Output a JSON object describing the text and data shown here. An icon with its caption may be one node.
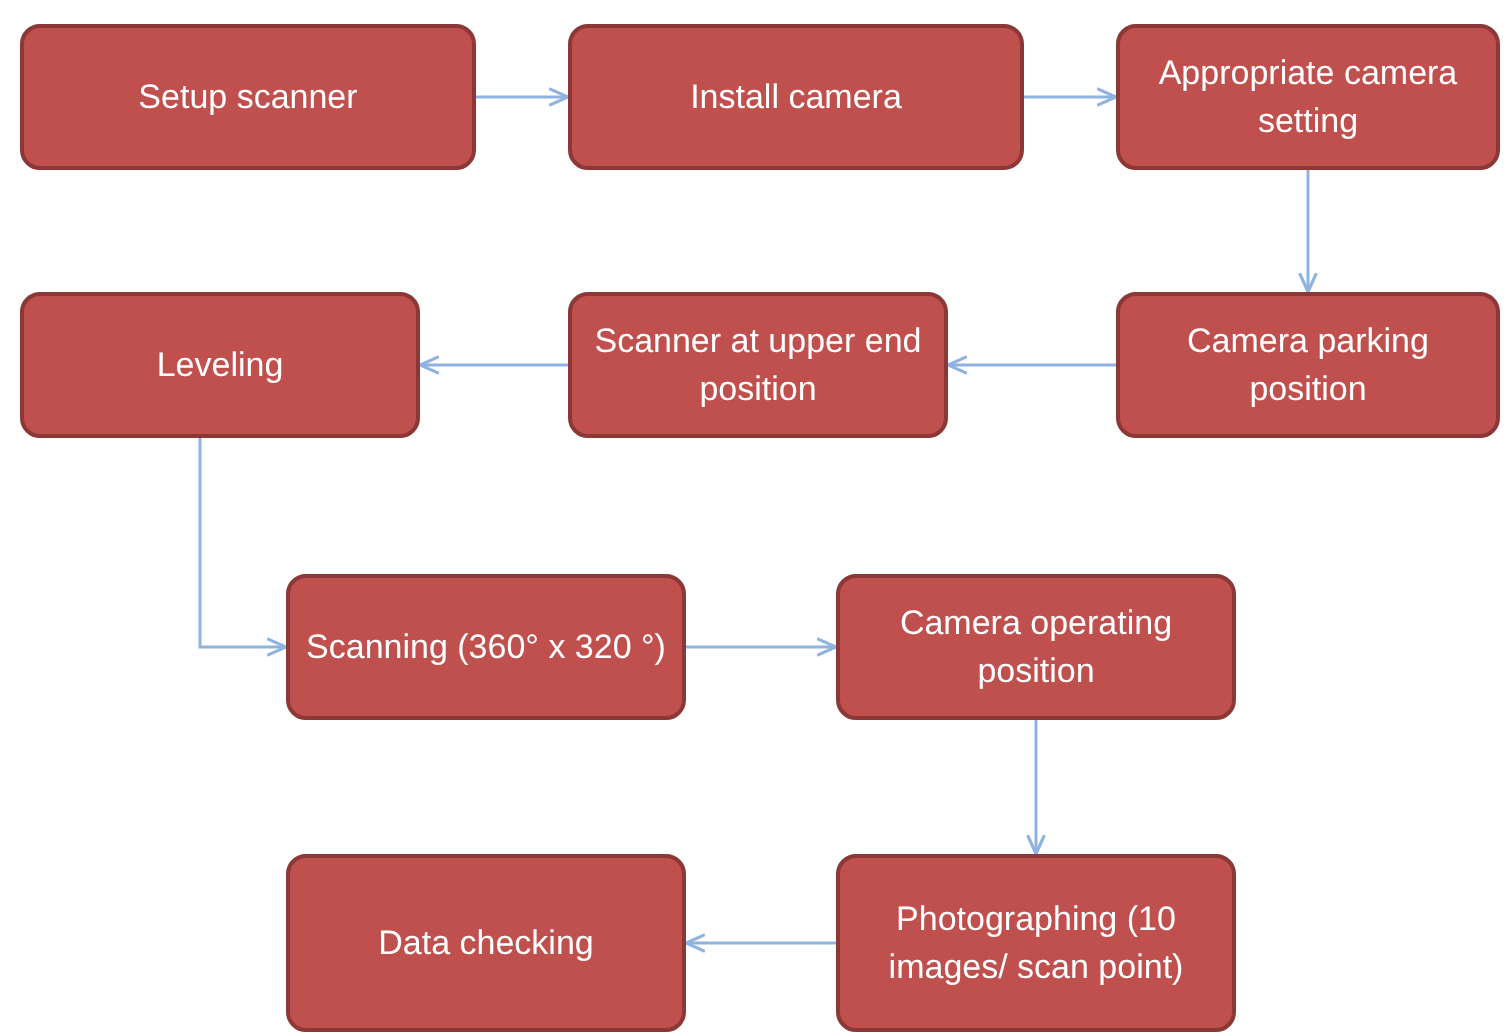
{
  "diagram": {
    "nodes": [
      {
        "text": [
          "Setup scanner"
        ]
      },
      {
        "text": [
          "Install camera"
        ]
      },
      {
        "text": [
          "Appropriate camera setting"
        ]
      },
      {
        "text": [
          "Camera parking position"
        ]
      },
      {
        "text": [
          "Scanner at upper end position"
        ]
      },
      {
        "text": [
          "Leveling"
        ]
      },
      {
        "text": [
          "Scanning (360° x 320 °)"
        ]
      },
      {
        "text": [
          "Camera operating position"
        ]
      },
      {
        "text": [
          "Photographing (10 images/ scan point)"
        ]
      },
      {
        "text": [
          "Data checking"
        ]
      }
    ],
    "edges": [
      {
        "from": 0,
        "to": 1,
        "arrow": "to"
      },
      {
        "from": 1,
        "to": 2,
        "arrow": "to"
      },
      {
        "from": 2,
        "to": 3,
        "arrow": "to"
      },
      {
        "from": 3,
        "to": 4,
        "arrow": "to"
      },
      {
        "from": 4,
        "to": 5,
        "arrow": "to"
      },
      {
        "from": 5,
        "to": 6,
        "arrow": "to"
      },
      {
        "from": 6,
        "to": 7,
        "arrow": "to"
      },
      {
        "from": 7,
        "to": 8,
        "arrow": "to"
      },
      {
        "from": 8,
        "to": 9,
        "arrow": "to"
      }
    ]
  }
}
